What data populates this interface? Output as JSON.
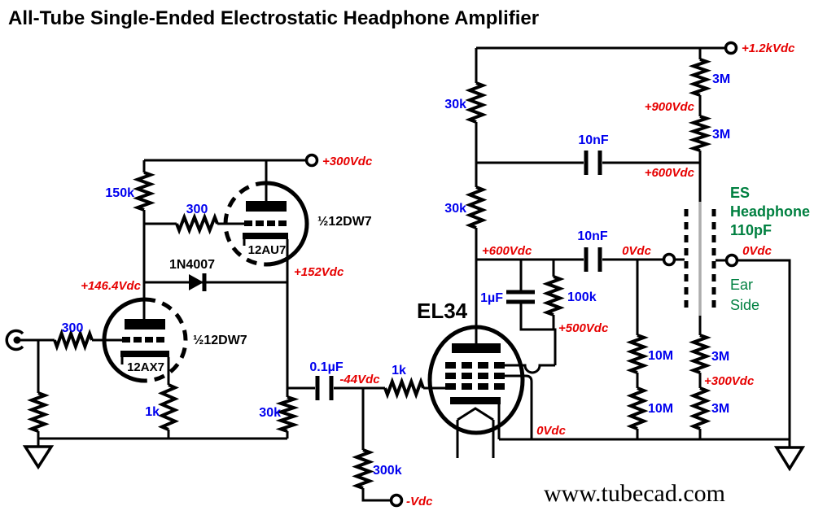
{
  "title": "All-Tube Single-Ended Electrostatic Headphone Amplifier",
  "website": "www.tubecad.com",
  "colors": {
    "value_blue": "#0000EE",
    "voltage_red": "#E60000",
    "device_black": "#000000",
    "headphone_green": "#008040",
    "wire": "#000000",
    "diaphragm_gray": "#ADADAD"
  },
  "devices": {
    "diode": "1N4007",
    "tube_upper_name": "12AU7",
    "tube_upper_half": "½12DW7",
    "tube_lower_name": "12AX7",
    "tube_lower_half": "½12DW7",
    "output_tube": "EL34"
  },
  "values": {
    "r150k": "150k",
    "r300_grid_upper": "300",
    "r300_input": "300",
    "r1k_ax7": "1k",
    "r30k_coupling": "30k",
    "c0u1": "0.1µF",
    "r1k_el34": "1k",
    "r300k": "300k",
    "r30k_upper": "30k",
    "r30k_lower": "30k",
    "c10n_top": "10nF",
    "c10n_out": "10nF",
    "c1u": "1µF",
    "r100k": "100k",
    "r3m_1": "3M",
    "r3m_2": "3M",
    "r3m_3": "3M",
    "r3m_4": "3M",
    "r10m_1": "10M",
    "r10m_2": "10M"
  },
  "voltages": {
    "b300": "+300Vdc",
    "v146": "+146.4Vdc",
    "v152": "+152Vdc",
    "v44": "-44Vdc",
    "vneg": "-Vdc",
    "b1200": "+1.2kVdc",
    "v900": "+900Vdc",
    "v600_top": "+600Vdc",
    "v600_mid": "+600Vdc",
    "v500": "+500Vdc",
    "v0_out": "0Vdc",
    "v0_ear": "0Vdc",
    "v0_cathode": "0Vdc",
    "v300_right": "+300Vdc"
  },
  "headphone": {
    "line1": "ES",
    "line2": "Headphone",
    "line3": "110pF",
    "ear1": "Ear",
    "ear2": "Side"
  }
}
